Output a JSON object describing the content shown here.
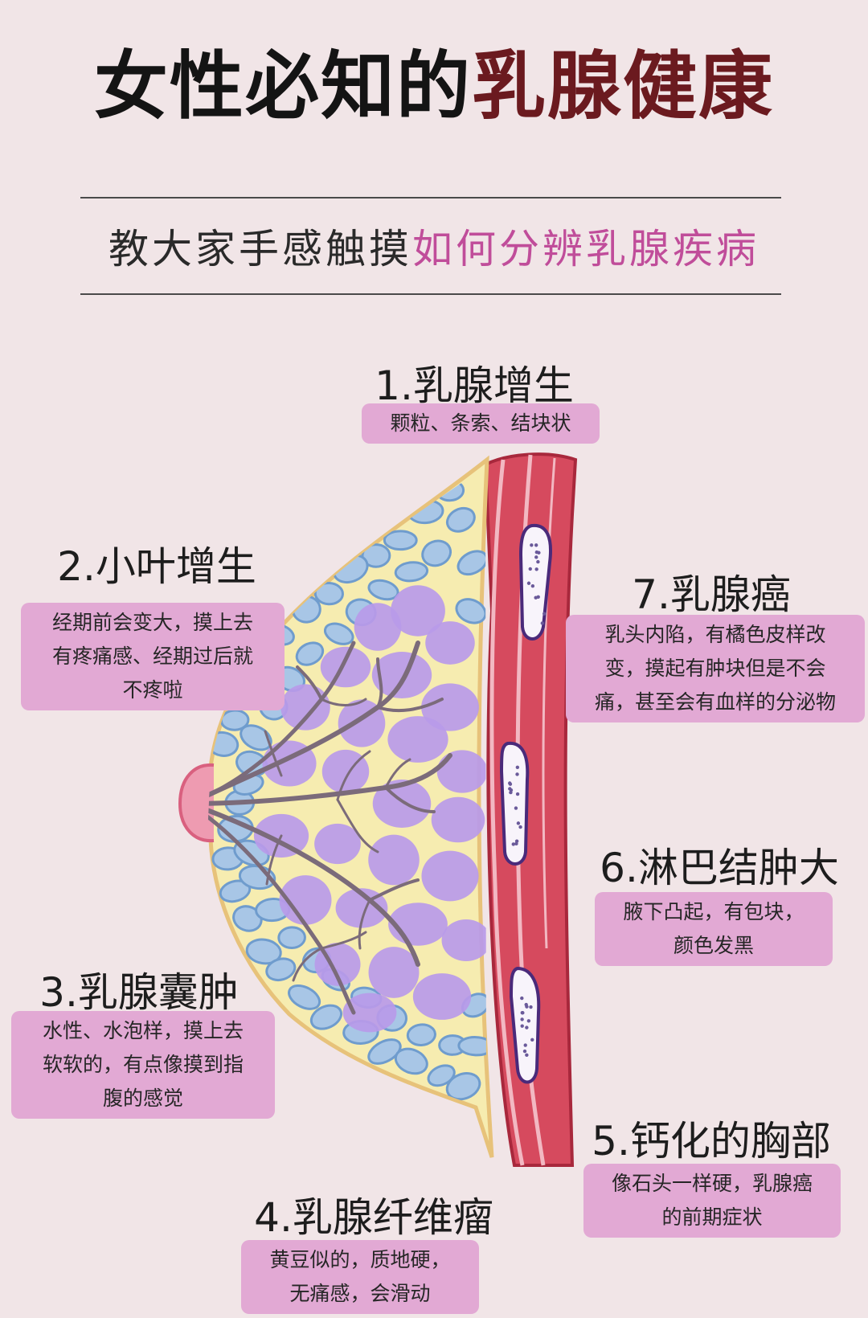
{
  "title": {
    "part1": "女性必知的",
    "part2": "乳腺健康"
  },
  "subtitle": {
    "part1": "教大家手感触摸",
    "part2": "如何分辨乳腺疾病"
  },
  "items": [
    {
      "heading": "1.乳腺增生",
      "desc": [
        "颗粒、条索、结块状"
      ]
    },
    {
      "heading": "2.小叶增生",
      "desc": [
        "经期前会变大，摸上去",
        "有疼痛感、经期过后就",
        "不疼啦"
      ]
    },
    {
      "heading": "3.乳腺囊肿",
      "desc": [
        "水性、水泡样，摸上去",
        "软软的，有点像摸到指",
        "腹的感觉"
      ]
    },
    {
      "heading": "4.乳腺纤维瘤",
      "desc": [
        "黄豆似的，质地硬，",
        "无痛感，会滑动"
      ]
    },
    {
      "heading": "5.钙化的胸部",
      "desc": [
        "像石头一样硬，乳腺癌",
        "的前期症状"
      ]
    },
    {
      "heading": "6.淋巴结肿大",
      "desc": [
        "腋下凸起，有包块，",
        "颜色发黑"
      ]
    },
    {
      "heading": "7.乳腺癌",
      "desc": [
        "乳头内陷，有橘色皮样改",
        "变，摸起有肿块但是不会",
        "痛，甚至会有血样的分泌物"
      ]
    }
  ],
  "colors": {
    "background": "#f1e5e7",
    "title_dark": "#141414",
    "title_accent": "#6b1a1f",
    "subtitle_accent": "#c04d9a",
    "label_box": "#e2a9d4",
    "muscle": "#d64a5e",
    "fat": "#f6ecb0",
    "lobule": "#b99ae9",
    "cell": "#a8c6e6",
    "duct": "#7b6b7a",
    "lymph_node": "#f8f4fb"
  }
}
